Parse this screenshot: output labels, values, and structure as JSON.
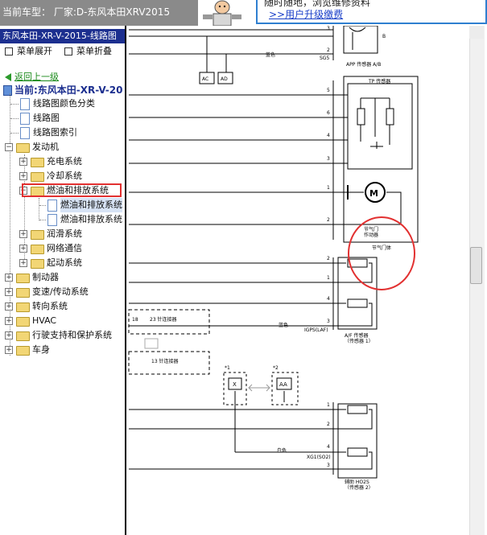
{
  "top": {
    "car_model": "当前车型： 厂家:D-东风本田XRV2015",
    "promo_line1": "随时随地，浏览维修资料",
    "promo_link": ">>用户升级缴费"
  },
  "sidebar": {
    "header": "东风本田-XR-V-2015-线路图",
    "expand_label": "菜单展开",
    "collapse_label": "菜单折叠",
    "back_label": "返回上一级",
    "current_label": "当前:东风本田-XR-V-20",
    "tree": [
      {
        "label": "线路图颜色分类"
      },
      {
        "label": "线路图"
      },
      {
        "label": "线路图索引"
      },
      {
        "label": "发动机"
      },
      {
        "label": "充电系统"
      },
      {
        "label": "冷却系统"
      },
      {
        "label": "燃油和排放系统"
      },
      {
        "label": "燃油和排放系统"
      },
      {
        "label": "燃油和排放系统"
      },
      {
        "label": "润滑系统"
      },
      {
        "label": "网络通信"
      },
      {
        "label": "起动系统"
      },
      {
        "label": "制动器"
      },
      {
        "label": "变速/传动系统"
      },
      {
        "label": "转向系统"
      },
      {
        "label": "HVAC"
      },
      {
        "label": "行驶支持和保护系统"
      },
      {
        "label": "车身"
      }
    ]
  },
  "diagram": {
    "app_sensor": "APP 传感器 A/B",
    "tp_sensor": "TP 传感器",
    "b_label": "B",
    "sg5": "SG5",
    "blue_wire": "蓝色",
    "ac": "AC",
    "ad": "AD",
    "pins_tp": [
      "5",
      "6",
      "4",
      "3",
      "1",
      "2"
    ],
    "pins_top": [
      "3",
      "2"
    ],
    "actuator_l1": "节气门",
    "actuator_l2": "作动器",
    "throttle_body": "节气门体",
    "motor": "M",
    "af_pins": [
      "2",
      "1",
      "4",
      "3"
    ],
    "af_sensor_l1": "A/F 传感器",
    "af_sensor_l2": "（传感器 1）",
    "ig_laf": "IGPS(LAF)",
    "blue2": "蓝色",
    "conn18_num": "18",
    "conn18_label": "23 针连接器",
    "conn13_label": "13 针连接器",
    "note1": "*1",
    "note2": "*2",
    "x_label": "X",
    "aa_label": "AA",
    "ho2s_pins": [
      "1",
      "2",
      "4",
      "3"
    ],
    "white_wire": "白色",
    "xg1": "XG1(SO2)",
    "ho2s_l1": "辅助 HO2S",
    "ho2s_l2": "（传感器 2）"
  },
  "colors": {
    "header_bg": "#1c2f8f",
    "topbar_gray": "#8a8a8a",
    "highlight_red": "#e23030",
    "link_green": "#1a8a1a"
  }
}
